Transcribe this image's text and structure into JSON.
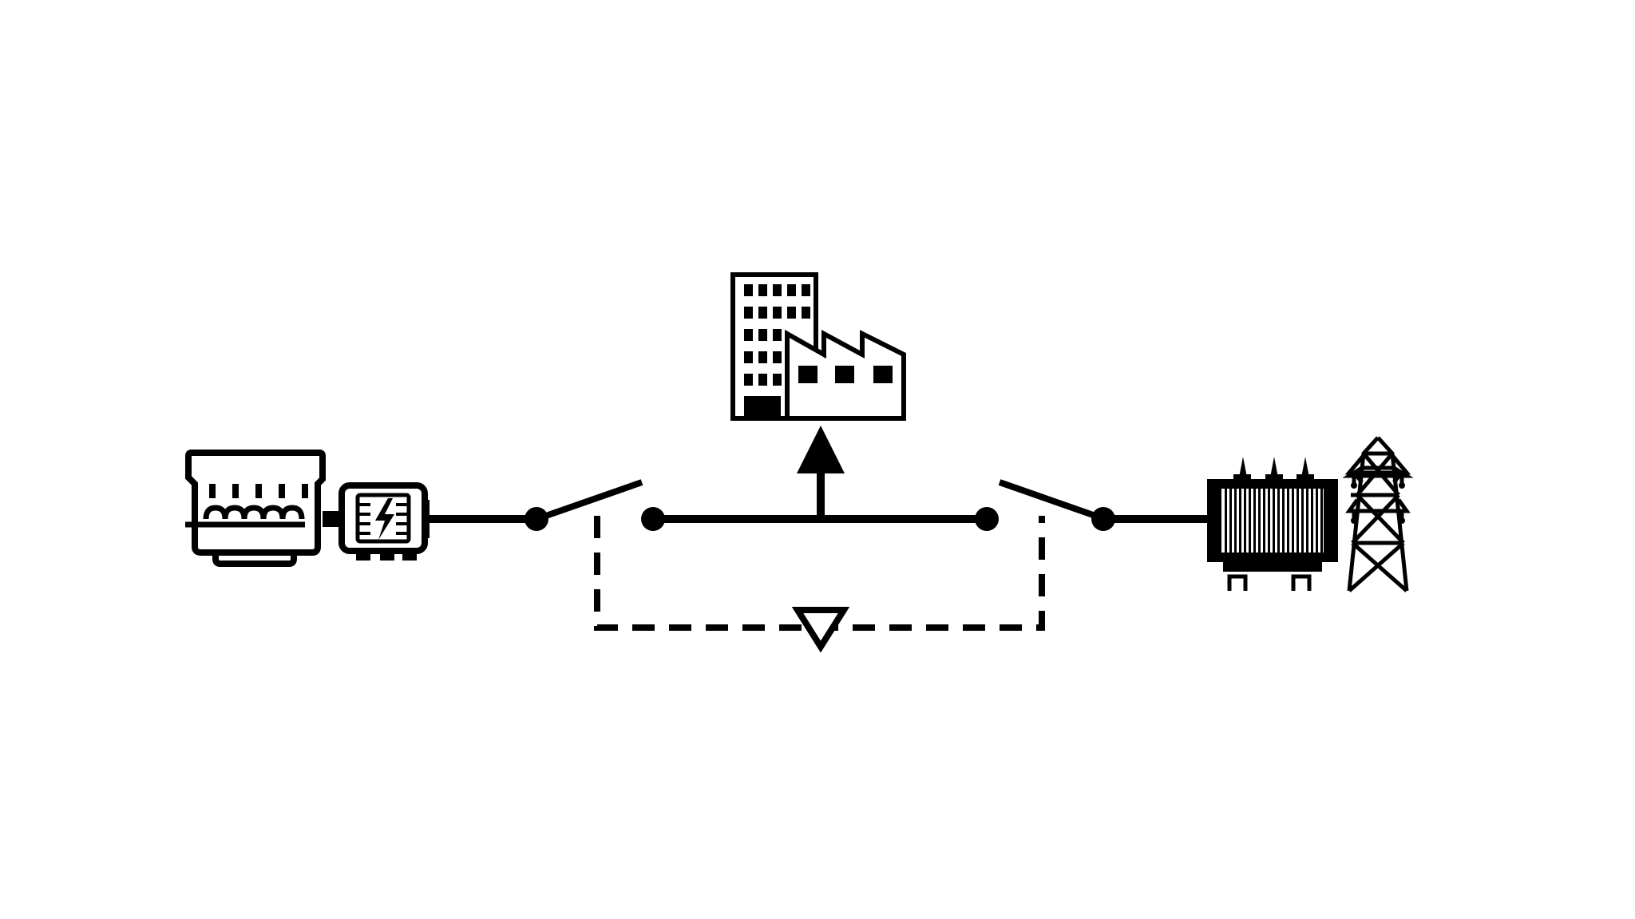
{
  "diagram": {
    "type": "single-line-electrical-diagram",
    "background_color": "#ffffff",
    "line_color": "#000000",
    "components": [
      {
        "id": "engine",
        "icon": "diesel-engine-icon"
      },
      {
        "id": "generator",
        "icon": "generator-icon"
      },
      {
        "id": "switch-generator",
        "icon": "open-switch-icon",
        "state": "open"
      },
      {
        "id": "load",
        "icon": "building-factory-load-icon"
      },
      {
        "id": "switch-grid",
        "icon": "open-switch-icon",
        "state": "open"
      },
      {
        "id": "transformer",
        "icon": "transformer-icon"
      },
      {
        "id": "pylon",
        "icon": "transmission-tower-icon"
      },
      {
        "id": "interlock",
        "icon": "interlock-triangle-icon",
        "line_style": "dashed"
      }
    ]
  }
}
